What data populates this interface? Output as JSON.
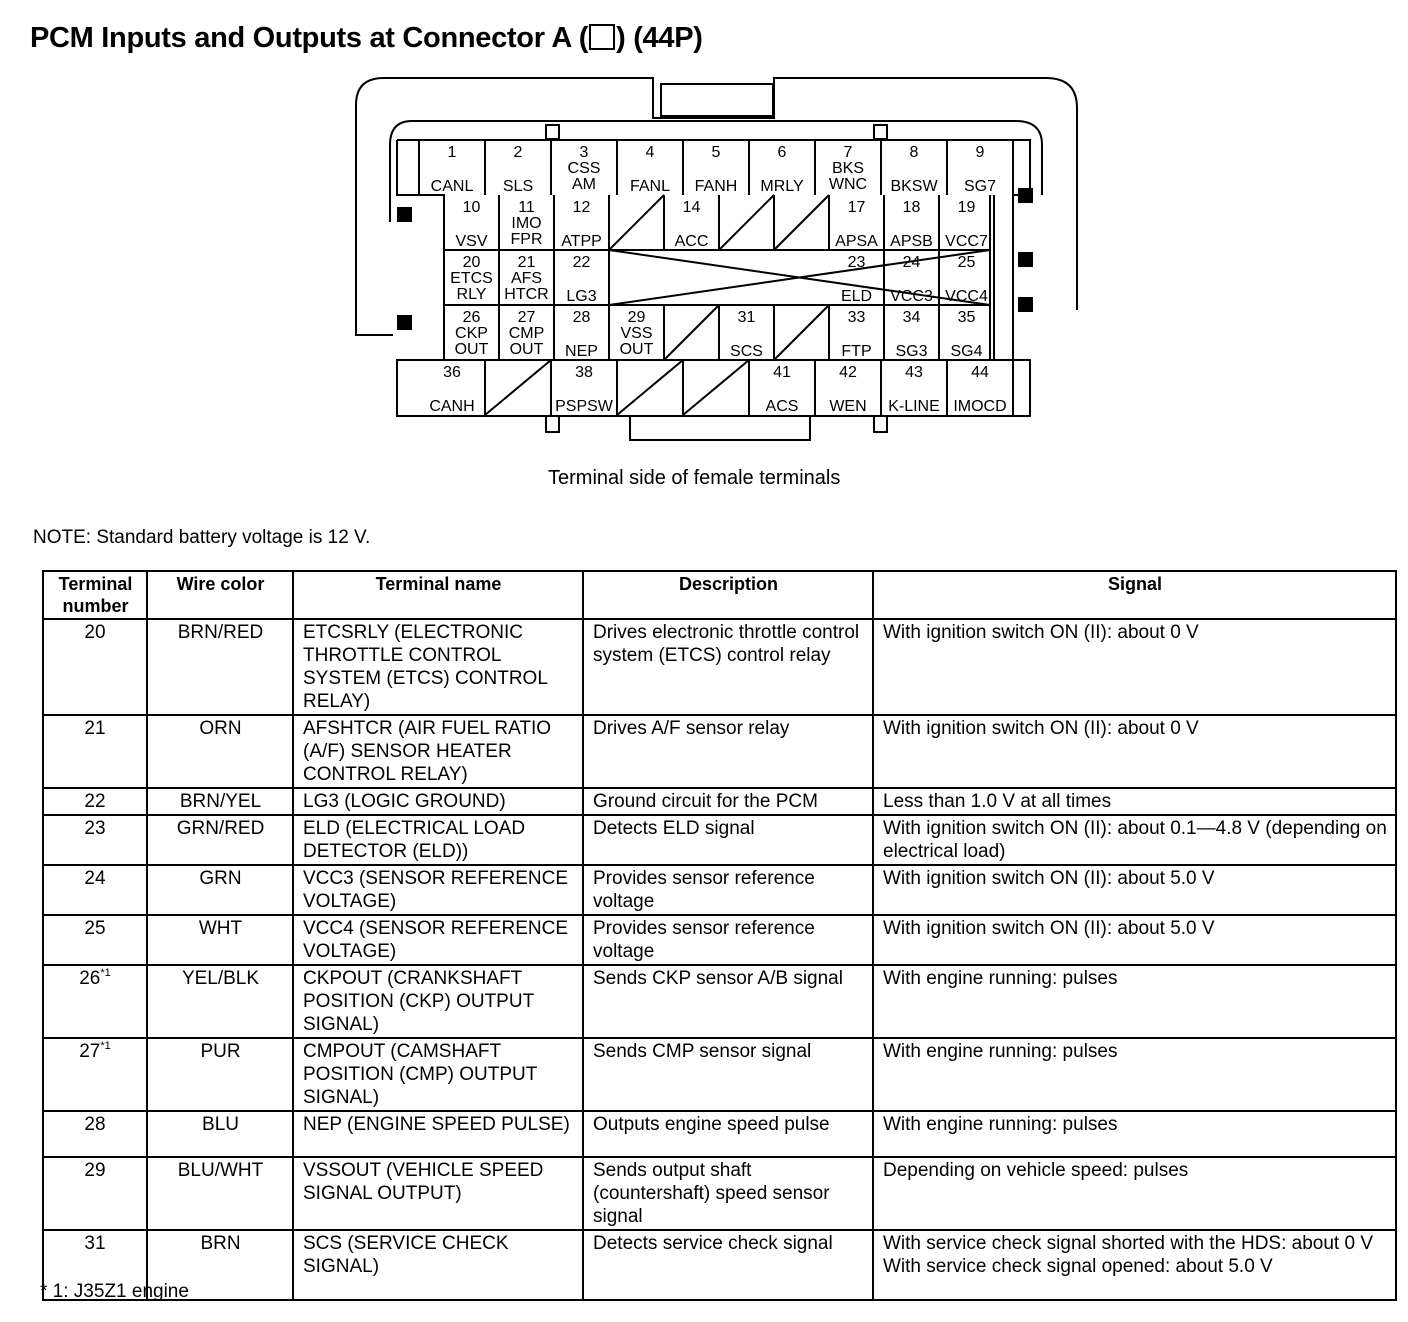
{
  "title": {
    "text_before": "PCM Inputs and Outputs at Connector A (",
    "text_after": ") (44P)"
  },
  "connector": {
    "caption": "Terminal side of female terminals",
    "rows": [
      [
        {
          "n": "1",
          "name": "CANL"
        },
        {
          "n": "2",
          "name": "SLS"
        },
        {
          "n": "3",
          "name": "CSS AM"
        },
        {
          "n": "4",
          "name": "FANL"
        },
        {
          "n": "5",
          "name": "FANH"
        },
        {
          "n": "6",
          "name": "MRLY"
        },
        {
          "n": "7",
          "name": "BKS WNC"
        },
        {
          "n": "8",
          "name": "BKSW"
        },
        {
          "n": "9",
          "name": "SG7"
        }
      ],
      [
        {
          "n": "10",
          "name": "VSV"
        },
        {
          "n": "11",
          "name": "IMO FPR"
        },
        {
          "n": "12",
          "name": "ATPP"
        },
        {
          "n": "",
          "name": ""
        },
        {
          "n": "14",
          "name": "ACC"
        },
        {
          "n": "",
          "name": ""
        },
        {
          "n": "",
          "name": ""
        },
        {
          "n": "17",
          "name": "APSA"
        },
        {
          "n": "18",
          "name": "APSB"
        },
        {
          "n": "19",
          "name": "VCC7"
        }
      ],
      [
        {
          "n": "20",
          "name": "ETCS RLY"
        },
        {
          "n": "21",
          "name": "AFS HTCR"
        },
        {
          "n": "22",
          "name": "LG3"
        },
        {
          "n": "23",
          "name": "ELD"
        },
        {
          "n": "24",
          "name": "VCC3"
        },
        {
          "n": "25",
          "name": "VCC4"
        }
      ],
      [
        {
          "n": "26",
          "name": "CKP OUT"
        },
        {
          "n": "27",
          "name": "CMP OUT"
        },
        {
          "n": "28",
          "name": "NEP"
        },
        {
          "n": "29",
          "name": "VSS OUT"
        },
        {
          "n": "",
          "name": ""
        },
        {
          "n": "31",
          "name": "SCS"
        },
        {
          "n": "",
          "name": ""
        },
        {
          "n": "33",
          "name": "FTP"
        },
        {
          "n": "34",
          "name": "SG3"
        },
        {
          "n": "35",
          "name": "SG4"
        }
      ],
      [
        {
          "n": "36",
          "name": "CANH"
        },
        {
          "n": "",
          "name": ""
        },
        {
          "n": "38",
          "name": "PSPSW"
        },
        {
          "n": "",
          "name": ""
        },
        {
          "n": "",
          "name": ""
        },
        {
          "n": "41",
          "name": "ACS"
        },
        {
          "n": "42",
          "name": "WEN"
        },
        {
          "n": "43",
          "name": "K-LINE"
        },
        {
          "n": "44",
          "name": "IMOCD"
        }
      ]
    ]
  },
  "note": "NOTE: Standard battery voltage is 12 V.",
  "table": {
    "headers": {
      "terminal_number": "Terminal number",
      "wire_color": "Wire color",
      "terminal_name": "Terminal name",
      "description": "Description",
      "signal": "Signal"
    },
    "rows": [
      {
        "num": "20",
        "sup": "",
        "color": "BRN/RED",
        "name": "ETCSRLY (ELECTRONIC THROTTLE CONTROL SYSTEM (ETCS) CONTROL RELAY)",
        "desc": "Drives electronic throttle control system (ETCS) control relay",
        "signal": "With ignition switch ON (II): about 0 V"
      },
      {
        "num": "21",
        "sup": "",
        "color": "ORN",
        "name": "AFSHTCR (AIR FUEL RATIO (A/F) SENSOR HEATER CONTROL RELAY)",
        "desc": "Drives A/F sensor relay",
        "signal": "With ignition switch ON (II): about 0 V"
      },
      {
        "num": "22",
        "sup": "",
        "color": "BRN/YEL",
        "name": "LG3 (LOGIC GROUND)",
        "desc": "Ground circuit for the PCM",
        "signal": "Less than 1.0 V at all times"
      },
      {
        "num": "23",
        "sup": "",
        "color": "GRN/RED",
        "name": "ELD (ELECTRICAL LOAD DETECTOR (ELD))",
        "desc": "Detects ELD signal",
        "signal": "With ignition switch ON (II): about 0.1—4.8 V (depending on electrical load)"
      },
      {
        "num": "24",
        "sup": "",
        "color": "GRN",
        "name": "VCC3 (SENSOR REFERENCE VOLTAGE)",
        "desc": "Provides sensor reference voltage",
        "signal": "With ignition switch ON (II): about 5.0 V"
      },
      {
        "num": "25",
        "sup": "",
        "color": "WHT",
        "name": "VCC4 (SENSOR REFERENCE VOLTAGE)",
        "desc": "Provides sensor reference voltage",
        "signal": "With ignition switch ON (II): about 5.0 V"
      },
      {
        "num": "26",
        "sup": "*1",
        "color": "YEL/BLK",
        "name": "CKPOUT (CRANKSHAFT POSITION (CKP) OUTPUT SIGNAL)",
        "desc": "Sends CKP sensor A/B signal",
        "signal": "With engine running: pulses"
      },
      {
        "num": "27",
        "sup": "*1",
        "color": "PUR",
        "name": "CMPOUT (CAMSHAFT POSITION (CMP) OUTPUT SIGNAL)",
        "desc": "Sends CMP sensor signal",
        "signal": "With engine running: pulses"
      },
      {
        "num": "28",
        "sup": "",
        "color": "BLU",
        "name": "NEP (ENGINE SPEED PULSE)",
        "desc": "Outputs engine speed pulse",
        "signal": "With engine running: pulses"
      },
      {
        "num": "29",
        "sup": "",
        "color": "BLU/WHT",
        "name": "VSSOUT (VEHICLE SPEED SIGNAL OUTPUT)",
        "desc": "Sends output shaft (countershaft) speed sensor signal",
        "signal": "Depending on vehicle speed: pulses"
      },
      {
        "num": "31",
        "sup": "",
        "color": "BRN",
        "name": "SCS (SERVICE CHECK SIGNAL)",
        "desc": "Detects service check signal",
        "signal": "With service check signal shorted with the HDS: about 0 V",
        "signal2": "With service check signal opened: about 5.0 V"
      }
    ]
  },
  "footnote": "* 1: J35Z1 engine"
}
